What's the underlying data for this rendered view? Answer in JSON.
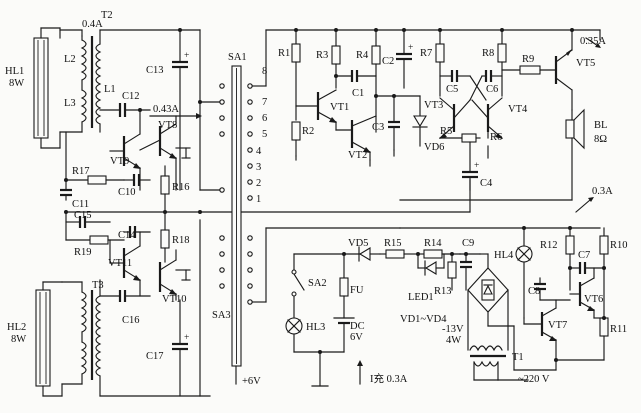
{
  "labels": {
    "hl1": "HL1",
    "hl1_power": "8W",
    "hl2": "HL2",
    "hl2_power": "8W",
    "t2": "T2",
    "t2_current": "0.4A",
    "t3": "T3",
    "l1": "L1",
    "l2": "L2",
    "l3": "L3",
    "c13": "C13",
    "c12": "C12",
    "c10": "C10",
    "c11": "C11",
    "c14": "C14",
    "c15": "C15",
    "c16": "C16",
    "c17": "C17",
    "r16": "R16",
    "r17": "R17",
    "r18": "R18",
    "r19": "R19",
    "vt8": "VT8",
    "vt9": "VT9",
    "vt10": "VT10",
    "vt11": "VT11",
    "current_043": "0.43A",
    "sa1": "SA1",
    "sa2": "SA2",
    "sa3": "SA3",
    "sw_pos": [
      "8",
      "7",
      "6",
      "5",
      "4",
      "3",
      "2",
      "1"
    ],
    "r1": "R1",
    "r2": "R2",
    "r3": "R3",
    "r4": "R4",
    "r5": "R5",
    "r6": "R6",
    "r7": "R7",
    "r8": "R8",
    "r9": "R9",
    "c1": "C1",
    "c2": "C2",
    "c3": "C3",
    "c4": "C4",
    "c5": "C5",
    "c6": "C6",
    "vt1": "VT1",
    "vt2": "VT2",
    "vt3": "VT3",
    "vt4": "VT4",
    "vt5": "VT5",
    "vd6": "VD6",
    "current_035": "0.35A",
    "bl": "BL",
    "bl_imp": "8Ω",
    "current_03": "0.3A",
    "vd5": "VD5",
    "r15": "R15",
    "r14": "R14",
    "r13": "R13",
    "c9": "C9",
    "led1": "LED1",
    "fu": "FU",
    "hl3": "HL3",
    "dc": "DC",
    "dc_v": "6V",
    "vd_bridge": "VD1~VD4",
    "bridge_v": "-13V",
    "bridge_w": "4W",
    "t1": "T1",
    "mains": "~220 V",
    "charge": "I充 0.3A",
    "plus6v": "+6V",
    "hl4": "HL4",
    "r12": "R12",
    "r10": "R10",
    "r11": "R11",
    "c7": "C7",
    "c8": "C8",
    "vt6": "VT6",
    "vt7": "VT7"
  }
}
